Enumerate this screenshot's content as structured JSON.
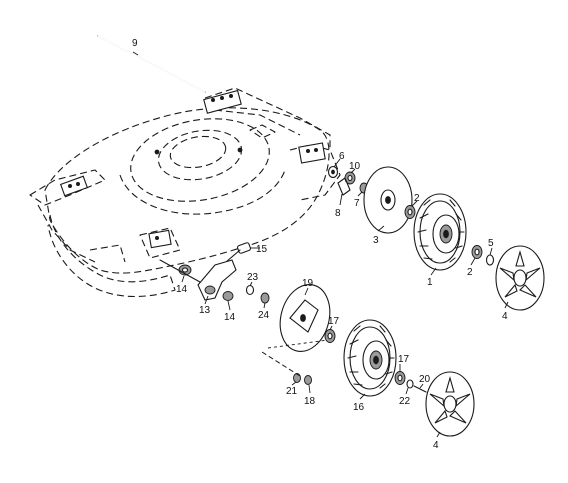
{
  "callouts": {
    "c1": "1",
    "c2a": "2",
    "c2b": "2",
    "c3": "3",
    "c4a": "4",
    "c4b": "4",
    "c5": "5",
    "c6": "6",
    "c7": "7",
    "c8": "8",
    "c9": "9",
    "c10": "10",
    "c13": "13",
    "c14a": "14",
    "c14b": "14",
    "c15": "15",
    "c16": "16",
    "c17a": "17",
    "c17b": "17",
    "c18": "18",
    "c19": "19",
    "c20": "20",
    "c21": "21",
    "c22": "22",
    "c23": "23",
    "c24": "24"
  }
}
